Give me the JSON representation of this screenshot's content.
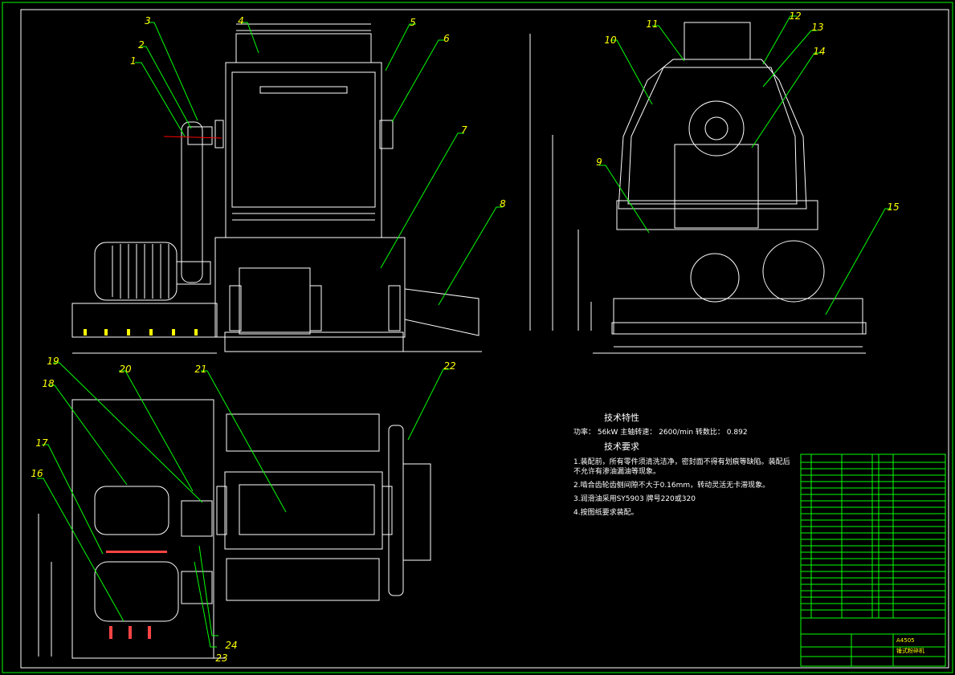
{
  "balloons": [
    "1",
    "2",
    "3",
    "4",
    "5",
    "6",
    "7",
    "8",
    "9",
    "10",
    "11",
    "12",
    "13",
    "14",
    "15",
    "16",
    "17",
    "18",
    "19",
    "20",
    "21",
    "22",
    "23",
    "24"
  ],
  "tech_specs": {
    "title": "技术特性",
    "line": "功率： 56kW  主轴转速： 2600/min  转数比： 0.892"
  },
  "tech_requirements": {
    "title": "技术要求",
    "items": [
      "1.装配前，所有零件须清洗洁净，密封面不得有划痕等缺陷。装配后不允许有渗油漏油等现象。",
      "2.啮合齿轮齿侧间隙不大于0.16mm，转动灵活无卡滞现象。",
      "3.润滑油采用SY5903 牌号220或320",
      "4.按图纸要求装配。"
    ]
  },
  "title_block": {
    "drawing_number": "A4505",
    "name": "锤式粉碎机"
  },
  "colors": {
    "background": "#000000",
    "geometry": "#ffffff",
    "leader": "#00ff00",
    "centerline": "#ff0000",
    "balloon_text": "#ffff00"
  }
}
